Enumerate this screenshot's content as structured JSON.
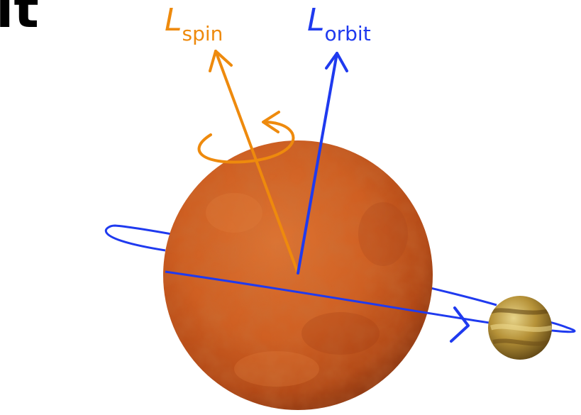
{
  "title_fragment": "it",
  "labels": {
    "spin": {
      "main": "L",
      "sub": "spin"
    },
    "orbit": {
      "main": "L",
      "sub": "orbit"
    }
  },
  "colors": {
    "spin": "#ee8a0d",
    "orbit": "#1f3aef",
    "star_base": "#c85a1f",
    "planet_base": "#9a7a2a"
  },
  "icons": {
    "spin_vector": "arrow-icon",
    "orbit_vector": "arrow-icon",
    "rotation": "curved-arrow-icon",
    "orbit_direction": "chevron-right-icon"
  }
}
